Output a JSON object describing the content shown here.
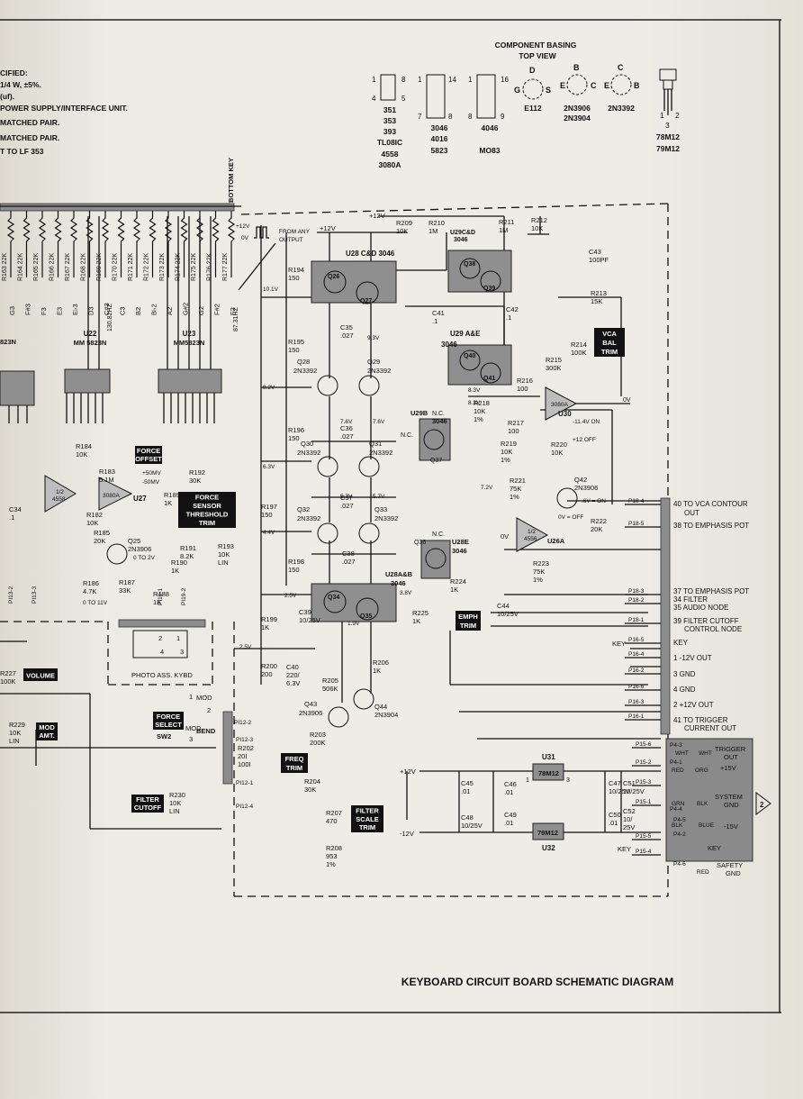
{
  "title": "KEYBOARD CIRCUIT BOARD SCHEMATIC DIAGRAM",
  "notes": [
    "CIFIED:",
    "1/4 W, ±5%.",
    "(uf).",
    "POWER SUPPLY/INTERFACE UNIT.",
    "MATCHED PAIR.",
    "MATCHED PAIR.",
    "T TO LF 353"
  ],
  "basing": {
    "heading1": "COMPONENT BASING",
    "heading2": "TOP VIEW",
    "dip8_pins": [
      "1",
      "8",
      "4",
      "5"
    ],
    "dip8_parts": [
      "351",
      "353",
      "393",
      "TL08IC",
      "4558",
      "3080A"
    ],
    "dip14_pins": [
      "1",
      "14",
      "7",
      "8"
    ],
    "dip14_parts": [
      "3046",
      "4016",
      "5823"
    ],
    "dip16_pins": [
      "1",
      "16",
      "8",
      "9"
    ],
    "dip16_parts": [
      "4046",
      "MO83"
    ],
    "trans1_pins": [
      "D",
      "G",
      "S"
    ],
    "trans1_part": "E112",
    "trans2_pins": [
      "B",
      "E",
      "C"
    ],
    "trans2_parts": [
      "2N3906",
      "2N3904"
    ],
    "trans3_pins": [
      "C",
      "E",
      "B"
    ],
    "trans3_part": "2N3392",
    "reg_pins": [
      "1",
      "2",
      "3"
    ],
    "reg_parts": [
      "78M12",
      "79M12"
    ]
  },
  "bottom_key": "BOTTOM KEY",
  "divider_resistors": [
    {
      "r": "R163",
      "v": "22K",
      "n": "G3"
    },
    {
      "r": "R164",
      "v": "22K",
      "n": "F#3"
    },
    {
      "r": "R165",
      "v": "22K",
      "n": "F3"
    },
    {
      "r": "R166",
      "v": "22K",
      "n": "E3"
    },
    {
      "r": "R167",
      "v": "22K",
      "n": "E♭3"
    },
    {
      "r": "R168",
      "v": "22K",
      "n": "D3"
    },
    {
      "r": "R169",
      "v": "22K",
      "n": "C#3"
    },
    {
      "r": "R170",
      "v": "22K",
      "n": "C3"
    },
    {
      "r": "R171",
      "v": "22K",
      "n": "B2"
    },
    {
      "r": "R172",
      "v": "22K",
      "n": "B♭2"
    },
    {
      "r": "R173",
      "v": "22K",
      "n": "A2"
    },
    {
      "r": "R174",
      "v": "22K",
      "n": "G#2"
    },
    {
      "r": "R175",
      "v": "22K",
      "n": "G2"
    },
    {
      "r": "R176",
      "v": "22K",
      "n": "F#2"
    },
    {
      "r": "R177",
      "v": "22K",
      "n": "F2"
    }
  ],
  "divider_extra": [
    "130.82HZ",
    "87.31HZ"
  ],
  "chips": {
    "u22": [
      "U22",
      "MM 5823N"
    ],
    "u23": [
      "U23",
      "MM5823N"
    ],
    "u21": [
      "823N"
    ],
    "u28": "U28 C&D 3046",
    "u29ce": [
      "U29C&D",
      "3046"
    ],
    "u29ae": [
      "U29 A&E",
      "3046"
    ],
    "u29b": [
      "U29B",
      "3046"
    ],
    "u28e": [
      "U28E",
      "3046"
    ],
    "u28ab": [
      "U28A&B",
      "3046"
    ],
    "u30": [
      "3080A",
      "U30"
    ],
    "u26": [
      "1/2",
      "4558"
    ],
    "u27": [
      "3080A",
      "U27"
    ],
    "u26a": [
      "1/2",
      "4556",
      "U26A"
    ],
    "u31": [
      "U31",
      "78M12"
    ],
    "u32": [
      "79M12",
      "U32"
    ]
  },
  "transistors": {
    "Q26": "Q26",
    "Q27": "Q27",
    "Q38": "Q38",
    "Q39": "Q39",
    "Q40": "Q40",
    "Q41": "Q41",
    "Q28": [
      "Q28",
      "2N3392"
    ],
    "Q29": [
      "Q29",
      "2N3392"
    ],
    "Q30": [
      "Q30",
      "2N3392"
    ],
    "Q31": [
      "Q31",
      "2N3392"
    ],
    "Q32": [
      "Q32",
      "2N3392"
    ],
    "Q33": [
      "Q33",
      "2N3392"
    ],
    "Q34": "Q34",
    "Q35": "Q35",
    "Q36": "Q36",
    "Q37": "Q37",
    "Q25": [
      "Q25",
      "2N3906"
    ],
    "Q42": [
      "Q42",
      "2N3906"
    ],
    "Q43": [
      "Q43",
      "2N3906"
    ],
    "Q44": [
      "Q44",
      "2N3904"
    ]
  },
  "resistors": [
    [
      "R194",
      "150"
    ],
    [
      "R195",
      "150"
    ],
    [
      "R196",
      "150"
    ],
    [
      "R197",
      "150"
    ],
    [
      "R198",
      "150"
    ],
    [
      "R199",
      "1K"
    ],
    [
      "R200",
      "200"
    ],
    [
      "R209",
      "10K"
    ],
    [
      "R210",
      "1M"
    ],
    [
      "R211",
      "1M"
    ],
    [
      "R212",
      "10K"
    ],
    [
      "R213",
      "15K"
    ],
    [
      "R214",
      "100K"
    ],
    [
      "R215",
      "300K"
    ],
    [
      "R216",
      "100"
    ],
    [
      "R217",
      "100"
    ],
    [
      "R218",
      "10K",
      "1%"
    ],
    [
      "R219",
      "10K",
      "1%"
    ],
    [
      "R220",
      "10K"
    ],
    [
      "R221",
      "75K",
      "1%"
    ],
    [
      "R222",
      "20K"
    ],
    [
      "R223",
      "75K",
      "1%"
    ],
    [
      "R224",
      "1K"
    ],
    [
      "R225",
      "1K"
    ],
    [
      "R206",
      "1K"
    ],
    [
      "R205",
      "506K"
    ],
    [
      "R203",
      "200K"
    ],
    [
      "R204",
      "30K"
    ],
    [
      "R207",
      "470"
    ],
    [
      "R208",
      "953",
      "1%"
    ],
    [
      "R184",
      "10K"
    ],
    [
      "R183",
      "5.1M"
    ],
    [
      "R192",
      "30K"
    ],
    [
      "R189",
      "1K"
    ],
    [
      "R182",
      "10K"
    ],
    [
      "R185",
      "20K"
    ],
    [
      "R191",
      "8.2K"
    ],
    [
      "R193",
      "10K",
      "LIN"
    ],
    [
      "R190",
      "1K"
    ],
    [
      "R186",
      "4.7K"
    ],
    [
      "R187",
      "33K"
    ],
    [
      "R188",
      "1K"
    ],
    [
      "R227",
      "100K"
    ],
    [
      "R229",
      "10K",
      "LIN"
    ],
    [
      "R230",
      "10K",
      "LIN"
    ],
    [
      "R202",
      "20I",
      "100I"
    ]
  ],
  "capacitors": [
    [
      "C35",
      ".027"
    ],
    [
      "C36",
      ".027"
    ],
    [
      "C37",
      ".027"
    ],
    [
      "C38",
      ".027"
    ],
    [
      "C39",
      "10/25V"
    ],
    [
      "C40",
      "220/",
      "6.3V"
    ],
    [
      "C41",
      ".1"
    ],
    [
      "C42",
      ".1"
    ],
    [
      "C43",
      "100PF"
    ],
    [
      "C44",
      "10/25V"
    ],
    [
      "C34",
      ".1"
    ],
    [
      "C45",
      ".01"
    ],
    [
      "C46",
      ".01"
    ],
    [
      "C47",
      "10/25V"
    ],
    [
      "C48",
      "10/25V"
    ],
    [
      "C49",
      ".01"
    ],
    [
      "C50",
      ".01"
    ],
    [
      "C51",
      "10/25V"
    ],
    [
      "C52",
      "10/",
      "25V"
    ]
  ],
  "labels": {
    "boxes": {
      "vca_bal": [
        "VCA",
        "BAL",
        "TRIM"
      ],
      "force_offset": [
        "FORCE",
        "OFFSET"
      ],
      "force_sensor": [
        "FORCE",
        "SENSOR",
        "THRESHOLD",
        "TRIM"
      ],
      "emph": [
        "EMPH",
        "TRIM"
      ],
      "volume": [
        "VOLUME"
      ],
      "mod_amt": [
        "MOD",
        "AMT."
      ],
      "force_select": [
        "FORCE",
        "SELECT"
      ],
      "freq_trim": [
        "FREQ",
        "TRIM"
      ],
      "filter_cutoff": [
        "FILTER",
        "CUTOFF"
      ],
      "filter_scale": [
        "FILTER",
        "SCALE",
        "TRIM"
      ]
    },
    "from_any_output": [
      "FROM ANY",
      "OUTPUT"
    ],
    "rails": [
      "+12V",
      "-12V",
      "0V",
      "+12V"
    ],
    "voltages": [
      "10.1V",
      "8.2V",
      "6.3V",
      "4.4V",
      "2.5V",
      "9.3V",
      "7.6V",
      "7.6V",
      "5.7V",
      "5.7V",
      "3.8V",
      "1.9V",
      "2.5V",
      "8.3V",
      "8.3V",
      "7.2V"
    ],
    "u30_notes": [
      "-11.4V ON",
      "+12 OFF"
    ],
    "q42_notes": [
      ".6V = ON",
      "0V = OFF"
    ],
    "u27_notes": [
      "+50MV",
      "-50MV"
    ],
    "q25_notes": [
      "0 TO 2V",
      "0 TO 11V"
    ],
    "nc": [
      "N.C.",
      "N.C.",
      "N.C.",
      "N.C."
    ],
    "photo_ass": "PHOTO ASS. KYBD",
    "sw2": [
      "SW2",
      "MOD",
      "BEND",
      "1",
      "2",
      "3"
    ],
    "p112": [
      "PI12-2",
      "PI12-3",
      "PI12-1",
      "PI12-4",
      "PI13-2",
      "PI13-3",
      "PI19-1",
      "PI19-2"
    ],
    "plug_pins": [
      "P18-4",
      "P18-5",
      "P18-3",
      "P18-2",
      "P18-1",
      "P16-5",
      "P16-4",
      "P16-2",
      "P16-6",
      "P16-3",
      "P16-1",
      "P15-6",
      "P15-2",
      "P15-3",
      "P15-1",
      "P15-5",
      "P15-4"
    ],
    "key": [
      "KEY",
      "KEY"
    ],
    "reg_voltages": [
      "+12V",
      "-12V"
    ]
  },
  "outputs": [
    "40 TO VCA CONTOUR",
    "OUT",
    "38 TO EMPHASIS POT",
    "37 TO EMPHASIS POT",
    "34 FILTER",
    "35 AUDIO NODE",
    "39 FILTER CUTOFF",
    "CONTROL NODE",
    "KEY",
    "1 -12V OUT",
    "3 GND",
    "4 GND",
    "2 +12V OUT",
    "41 TO TRIGGER",
    "CURRENT OUT"
  ],
  "connector": {
    "pins": [
      "P4-3",
      "P4-1",
      "P4-4",
      "P4-5",
      "P4-2",
      "P4-6"
    ],
    "wires": [
      "WHT",
      "WHT",
      "RED",
      "ORG",
      "GRN",
      "BLK",
      "BLK",
      "BLUE",
      "RED"
    ],
    "labels": [
      "TRIGGER",
      "OUT",
      "+15V",
      "SYSTEM",
      "GND",
      "-15V",
      "KEY",
      "SAFETY",
      "GND"
    ],
    "ref": "2"
  }
}
